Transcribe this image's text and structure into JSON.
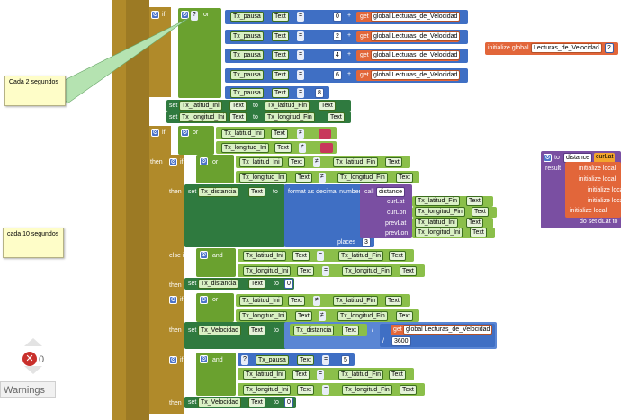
{
  "notes": {
    "note1": "Cada 2 segundos",
    "note2": "cada 10 segundos"
  },
  "kw": {
    "if": "if",
    "then": "then",
    "else_if": "else if",
    "set": "set",
    "to": "to",
    "or": "or",
    "and": "and",
    "get": "get",
    "format": "format as decimal number",
    "places": "places",
    "call": "call",
    "result": "result",
    "init_global": "initialize global",
    "init_local": "initialize local",
    "do_set": "do set dLat to"
  },
  "vars": {
    "pausa": "Tx_pausa",
    "lat_ini": "Tx_latitud_Ini",
    "lat_fin": "Tx_latitud_Fin",
    "lon_ini": "Tx_longitud_Ini",
    "lon_fin": "Tx_longitud_Fin",
    "distancia": "Tx_distancia",
    "velocidad": "Tx_Velocidad",
    "text": "Text",
    "lecturas": "global Lecturas_de_Velocidad",
    "lecturas_name": "Lecturas_de_Velocidad",
    "distance_fn": "distance"
  },
  "nums": {
    "n0": "0",
    "n2": "2",
    "n4": "4",
    "n6": "6",
    "n8": "8",
    "n3": "3",
    "n5": "5",
    "n3600": "3600",
    "n2g": "2"
  },
  "ops": {
    "eq": "=",
    "neq": "≠",
    "plus": "+",
    "div": "/"
  },
  "params": {
    "curlat": "curLat",
    "curlon": "curLon",
    "prevlat": "prevLat",
    "prevlon": "prevLon"
  },
  "proc": {
    "to": "to",
    "name": "distance",
    "arg": "curLat",
    "init1": "initialize local",
    "init2": "initialize local",
    "init3": "initialize local",
    "init4": "initialize local",
    "init5": "initialize local"
  },
  "warnings": {
    "count": "0",
    "label": "Warnings"
  }
}
